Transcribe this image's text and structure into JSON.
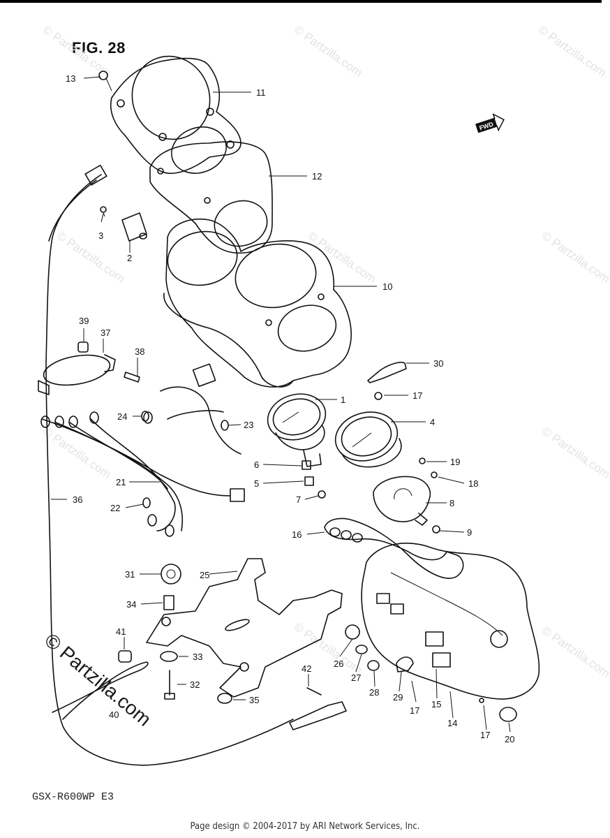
{
  "figure": {
    "title": "FIG. 28",
    "model_code": "GSX-R600WP E3",
    "direction_marker": "FWD"
  },
  "watermark": {
    "text": "© Partzilla.com"
  },
  "footer": {
    "text": "Page design © 2004-2017 by ARI Network Services, Inc."
  },
  "callouts": [
    "1",
    "2",
    "3",
    "4",
    "5",
    "6",
    "7",
    "8",
    "9",
    "10",
    "11",
    "12",
    "13",
    "14",
    "15",
    "16",
    "17",
    "18",
    "19",
    "20",
    "21",
    "22",
    "23",
    "24",
    "25",
    "26",
    "27",
    "28",
    "29",
    "30",
    "31",
    "32",
    "33",
    "34",
    "35",
    "36",
    "37",
    "38",
    "39",
    "40",
    "41",
    "42"
  ],
  "colors": {
    "ink": "#111111",
    "watermark": "#e3e3e3",
    "background": "#ffffff"
  }
}
